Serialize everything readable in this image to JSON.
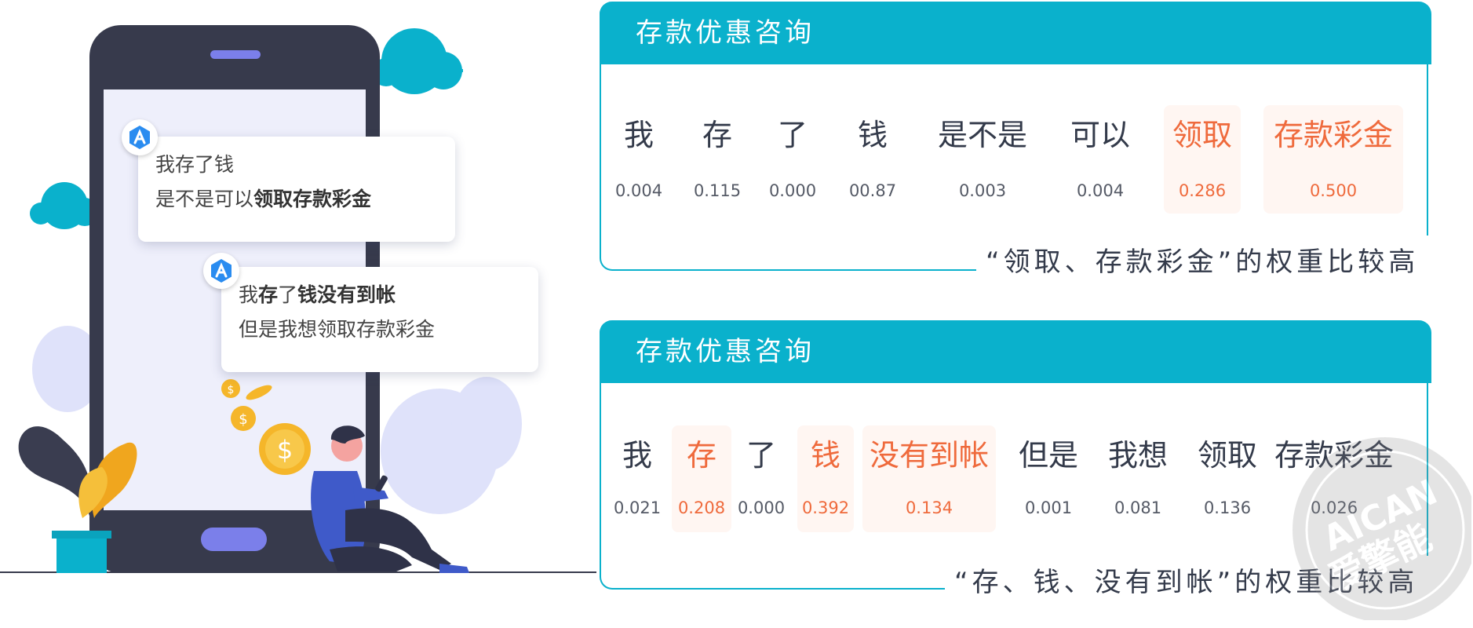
{
  "chat": {
    "msg1": {
      "line1": "我存了钱",
      "line2_plain": "是不是可以",
      "line2_bold": "领取存款彩金"
    },
    "msg2": {
      "line1": [
        {
          "text": "我",
          "bold": false
        },
        {
          "text": "存",
          "bold": true
        },
        {
          "text": "了",
          "bold": false
        },
        {
          "text": "钱没有到帐",
          "bold": true
        }
      ],
      "line2": "但是我想领取存款彩金"
    }
  },
  "cards": [
    {
      "title": "存款优惠咨询",
      "tokens": [
        {
          "text": "我",
          "weight": "0.004",
          "highlight": false
        },
        {
          "text": "存",
          "weight": "0.115",
          "highlight": false
        },
        {
          "text": "了",
          "weight": "0.000",
          "highlight": false
        },
        {
          "text": "钱",
          "weight": "00.87",
          "highlight": false
        },
        {
          "text": "是不是",
          "weight": "0.003",
          "highlight": false
        },
        {
          "text": "可以",
          "weight": "0.004",
          "highlight": false
        },
        {
          "text": "领取",
          "weight": "0.286",
          "highlight": true
        },
        {
          "text": "存款彩金",
          "weight": "0.500",
          "highlight": true
        }
      ],
      "caption": "“领取、存款彩金”的权重比较高"
    },
    {
      "title": "存款优惠咨询",
      "tokens": [
        {
          "text": "我",
          "weight": "0.021",
          "highlight": false
        },
        {
          "text": "存",
          "weight": "0.208",
          "highlight": true
        },
        {
          "text": "了",
          "weight": "0.000",
          "highlight": false
        },
        {
          "text": "钱",
          "weight": "0.392",
          "highlight": true
        },
        {
          "text": "没有到帐",
          "weight": "0.134",
          "highlight": true
        },
        {
          "text": "但是",
          "weight": "0.001",
          "highlight": false
        },
        {
          "text": "我想",
          "weight": "0.081",
          "highlight": false
        },
        {
          "text": "领取",
          "weight": "0.136",
          "highlight": false
        },
        {
          "text": "存款彩金",
          "weight": "0.026",
          "highlight": false
        }
      ],
      "caption": "“存、钱、没有到帐”的权重比较高"
    }
  ],
  "watermark": {
    "line1": "AICAN",
    "line2": "爱擎能"
  },
  "colors": {
    "accent": "#0ab1cc",
    "highlight": "#ef6a3c",
    "highlight_bg": "#fff6f2",
    "phone_body": "#373a4c",
    "screen": "#eeeffb"
  }
}
